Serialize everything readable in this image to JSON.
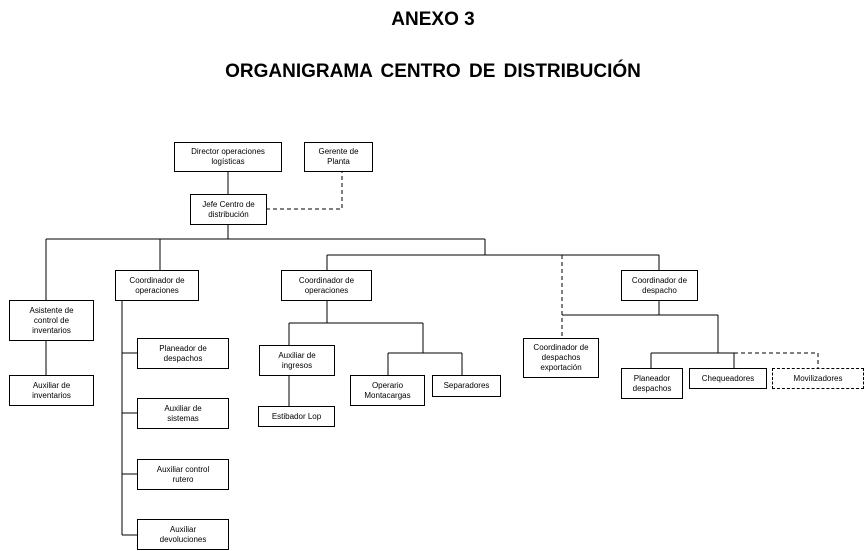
{
  "header": {
    "annex": "ANEXO 3",
    "title": "ORGANIGRAMA  CENTRO DE DISTRIBUCIÓN"
  },
  "nodes": {
    "director": "Director operaciones\nlogísticas",
    "gerente": "Gerente de\nPlanta",
    "jefe": "Jefe Centro de\ndistribución",
    "asistente_inventarios": "Asistente de\ncontrol de\ninventarios",
    "auxiliar_inventarios": "Auxiliar de\ninventarios",
    "coord_operaciones_1": "Coordinador de\noperaciones",
    "planeador_despachos_1": "Planeador de\ndespachos",
    "auxiliar_sistemas": "Auxiliar de\nsistemas",
    "auxiliar_control_rutero": "Auxiliar control\nrutero",
    "auxiliar_devoluciones": "Auxiliar\ndevoluciones",
    "coord_operaciones_2": "Coordinador de\noperaciones",
    "auxiliar_ingresos": "Auxiliar de\ningresos",
    "estibador": "Estibador Lop",
    "operario_montacargas": "Operario\nMontacargas",
    "separadores": "Separadores",
    "coord_despachos_exportacion": "Coordinador de\ndespachos\nexportación",
    "coord_despacho": "Coordinador de\ndespacho",
    "planeador_despachos_2": "Planeador\ndespachos",
    "chequeadores": "Chequeadores",
    "movilizadores": "Movilizadores"
  }
}
